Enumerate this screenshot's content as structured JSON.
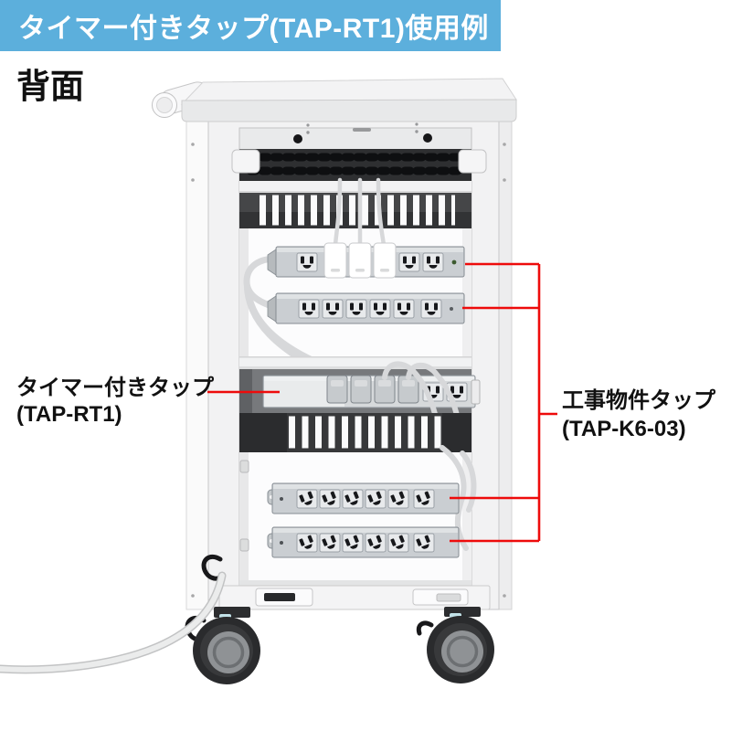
{
  "header": {
    "title": "タイマー付きタップ(TAP-RT1)使用例"
  },
  "view_label": "背面",
  "callouts": {
    "timer_tap": {
      "line1": "タイマー付きタップ",
      "line2": "(TAP-RT1)"
    },
    "construction_tap": {
      "line1": "工事物件タップ",
      "line2": "(TAP-K6-03)"
    }
  },
  "colors": {
    "banner_blue": "#5cafdc",
    "banner_text": "#ffffff",
    "callout_red": "#ee0b0b",
    "label_text": "#111111",
    "cart_body": "#f2f2f3"
  },
  "diagram": {
    "strips": [
      {
        "id": "top-strip-1",
        "outlets": 6,
        "ac_adapters_plugged": 3
      },
      {
        "id": "top-strip-2",
        "outlets": 6
      },
      {
        "id": "timer-tap-strip",
        "plugs_connected": 4,
        "free_outlets": 2
      },
      {
        "id": "bottom-strip-1",
        "outlets": 6
      },
      {
        "id": "bottom-strip-2",
        "outlets": 6
      }
    ]
  }
}
